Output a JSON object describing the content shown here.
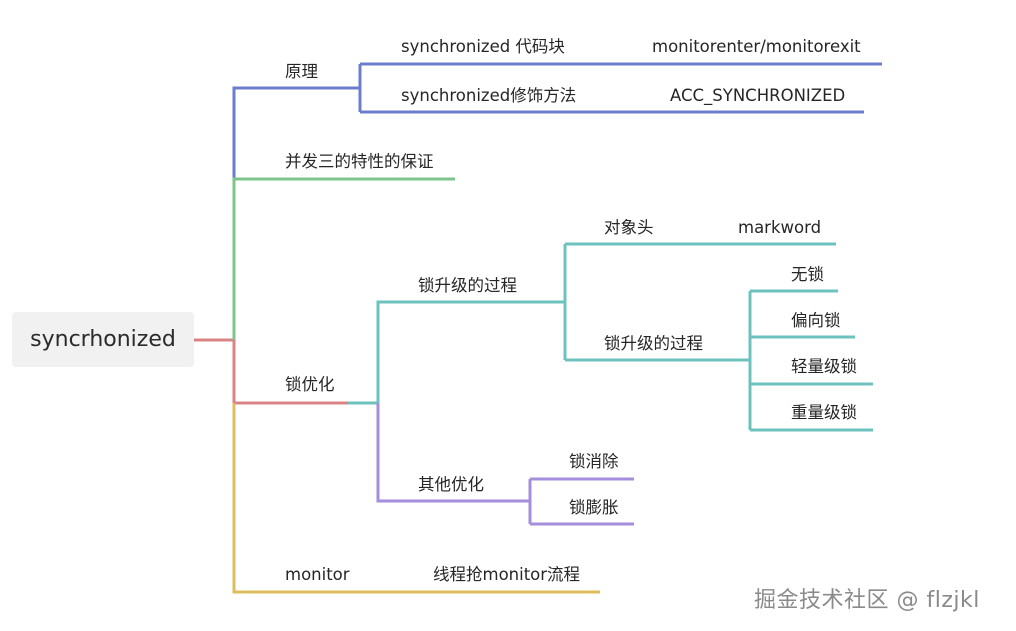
{
  "colors": {
    "purple_blue": "#6b7ecb",
    "green": "#7ec48c",
    "red": "#d98484",
    "teal": "#6cc3bd",
    "lavender": "#a58edb",
    "gold": "#dfbc5c"
  },
  "mindmap": {
    "root": "syncrhonized",
    "branches": [
      {
        "label": "原理",
        "children": [
          {
            "label": "synchronized 代码块",
            "detail": "monitorenter/monitorexit"
          },
          {
            "label": "synchronized修饰方法",
            "detail": "ACC_SYNCHRONIZED"
          }
        ]
      },
      {
        "label": "并发三的特性的保证"
      },
      {
        "label": "锁优化",
        "children": [
          {
            "label": "锁升级的过程",
            "children": [
              {
                "label": "对象头",
                "detail": "markword"
              },
              {
                "label": "锁升级的过程",
                "children": [
                  "无锁",
                  "偏向锁",
                  "轻量级锁",
                  "重量级锁"
                ]
              }
            ]
          },
          {
            "label": "其他优化",
            "children": [
              "锁消除",
              "锁膨胀"
            ]
          }
        ]
      },
      {
        "label": "monitor",
        "detail": "线程抢monitor流程"
      }
    ]
  },
  "watermark": "掘金技术社区 @ flzjkl"
}
